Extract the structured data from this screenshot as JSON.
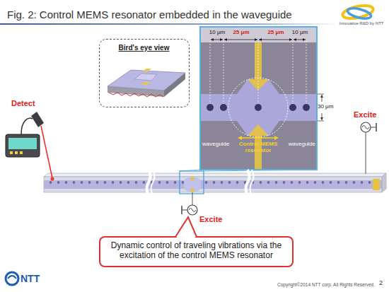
{
  "diagram": {
    "title": "Fig. 2: Control MEMS resonator embedded in the waveguide",
    "nodes": [
      {
        "text": [
          "Bird's eye view"
        ]
      },
      {
        "text": [
          "Dynamic control of traveling vibrations via the excitation of the control MEMS resonator"
        ]
      }
    ],
    "labels": [
      "10 μm",
      "25 μm",
      "25 μm",
      "10 μm",
      "30 μm",
      "waveguide",
      "Control MEMS resonator",
      "waveguide",
      "Detect",
      "Excite",
      "Excite",
      "Innovative R&D by NTT",
      "NTT",
      "Copyright©2014 NTT corp. All Rights Reserved.",
      "2"
    ]
  }
}
